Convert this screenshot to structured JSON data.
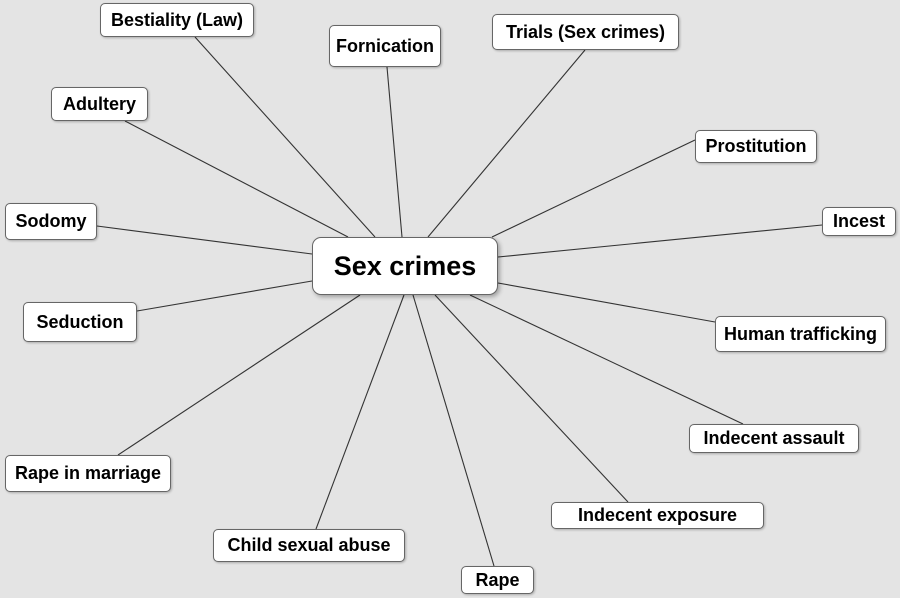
{
  "center": {
    "label": "Sex crimes"
  },
  "nodes": [
    {
      "id": "bestiality",
      "label": "Bestiality (Law)"
    },
    {
      "id": "fornication",
      "label": "Fornication"
    },
    {
      "id": "trials",
      "label": "Trials (Sex crimes)"
    },
    {
      "id": "adultery",
      "label": "Adultery"
    },
    {
      "id": "prostitution",
      "label": "Prostitution"
    },
    {
      "id": "sodomy",
      "label": "Sodomy"
    },
    {
      "id": "incest",
      "label": "Incest"
    },
    {
      "id": "seduction",
      "label": "Seduction"
    },
    {
      "id": "human-trafficking",
      "label": "Human trafficking"
    },
    {
      "id": "rape-in-marriage",
      "label": "Rape in marriage"
    },
    {
      "id": "indecent-assault",
      "label": "Indecent assault"
    },
    {
      "id": "indecent-exposure",
      "label": "Indecent exposure"
    },
    {
      "id": "child-sexual-abuse",
      "label": "Child sexual abuse"
    },
    {
      "id": "rape",
      "label": "Rape"
    }
  ],
  "colors": {
    "background": "#e4e4e4",
    "node": "#ffffff",
    "edge": "#333333"
  }
}
